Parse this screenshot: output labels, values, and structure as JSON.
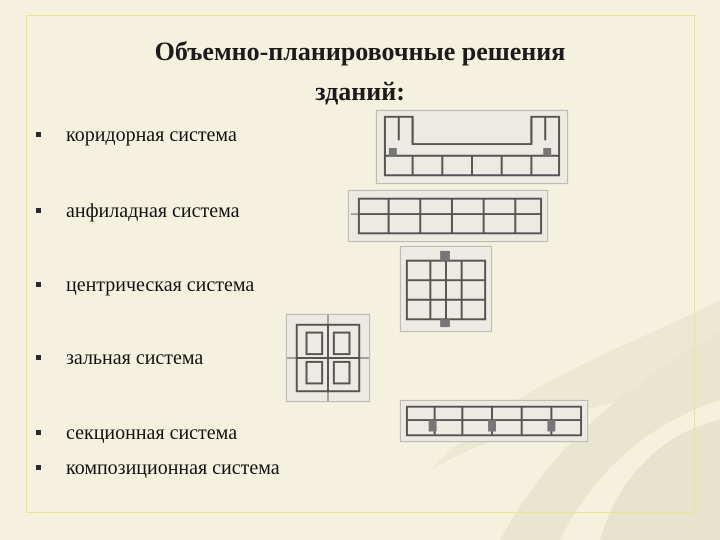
{
  "slide": {
    "title_line1": "Объемно-планировочные решения",
    "title_line2": "зданий:"
  },
  "items": [
    {
      "label": "коридорная система",
      "icon": "corridor-plan-icon"
    },
    {
      "label": "анфиладная система",
      "icon": "enfilade-plan-icon"
    },
    {
      "label": "центрическая система",
      "icon": "centric-plan-icon"
    },
    {
      "label": "зальная система",
      "icon": "hall-plan-icon"
    },
    {
      "label": "секционная система",
      "icon": "section-plan-icon"
    },
    {
      "label": "композиционная система",
      "icon": ""
    }
  ],
  "colors": {
    "background": "#f4f1df",
    "frame": "#efe48a",
    "text": "#111111"
  }
}
